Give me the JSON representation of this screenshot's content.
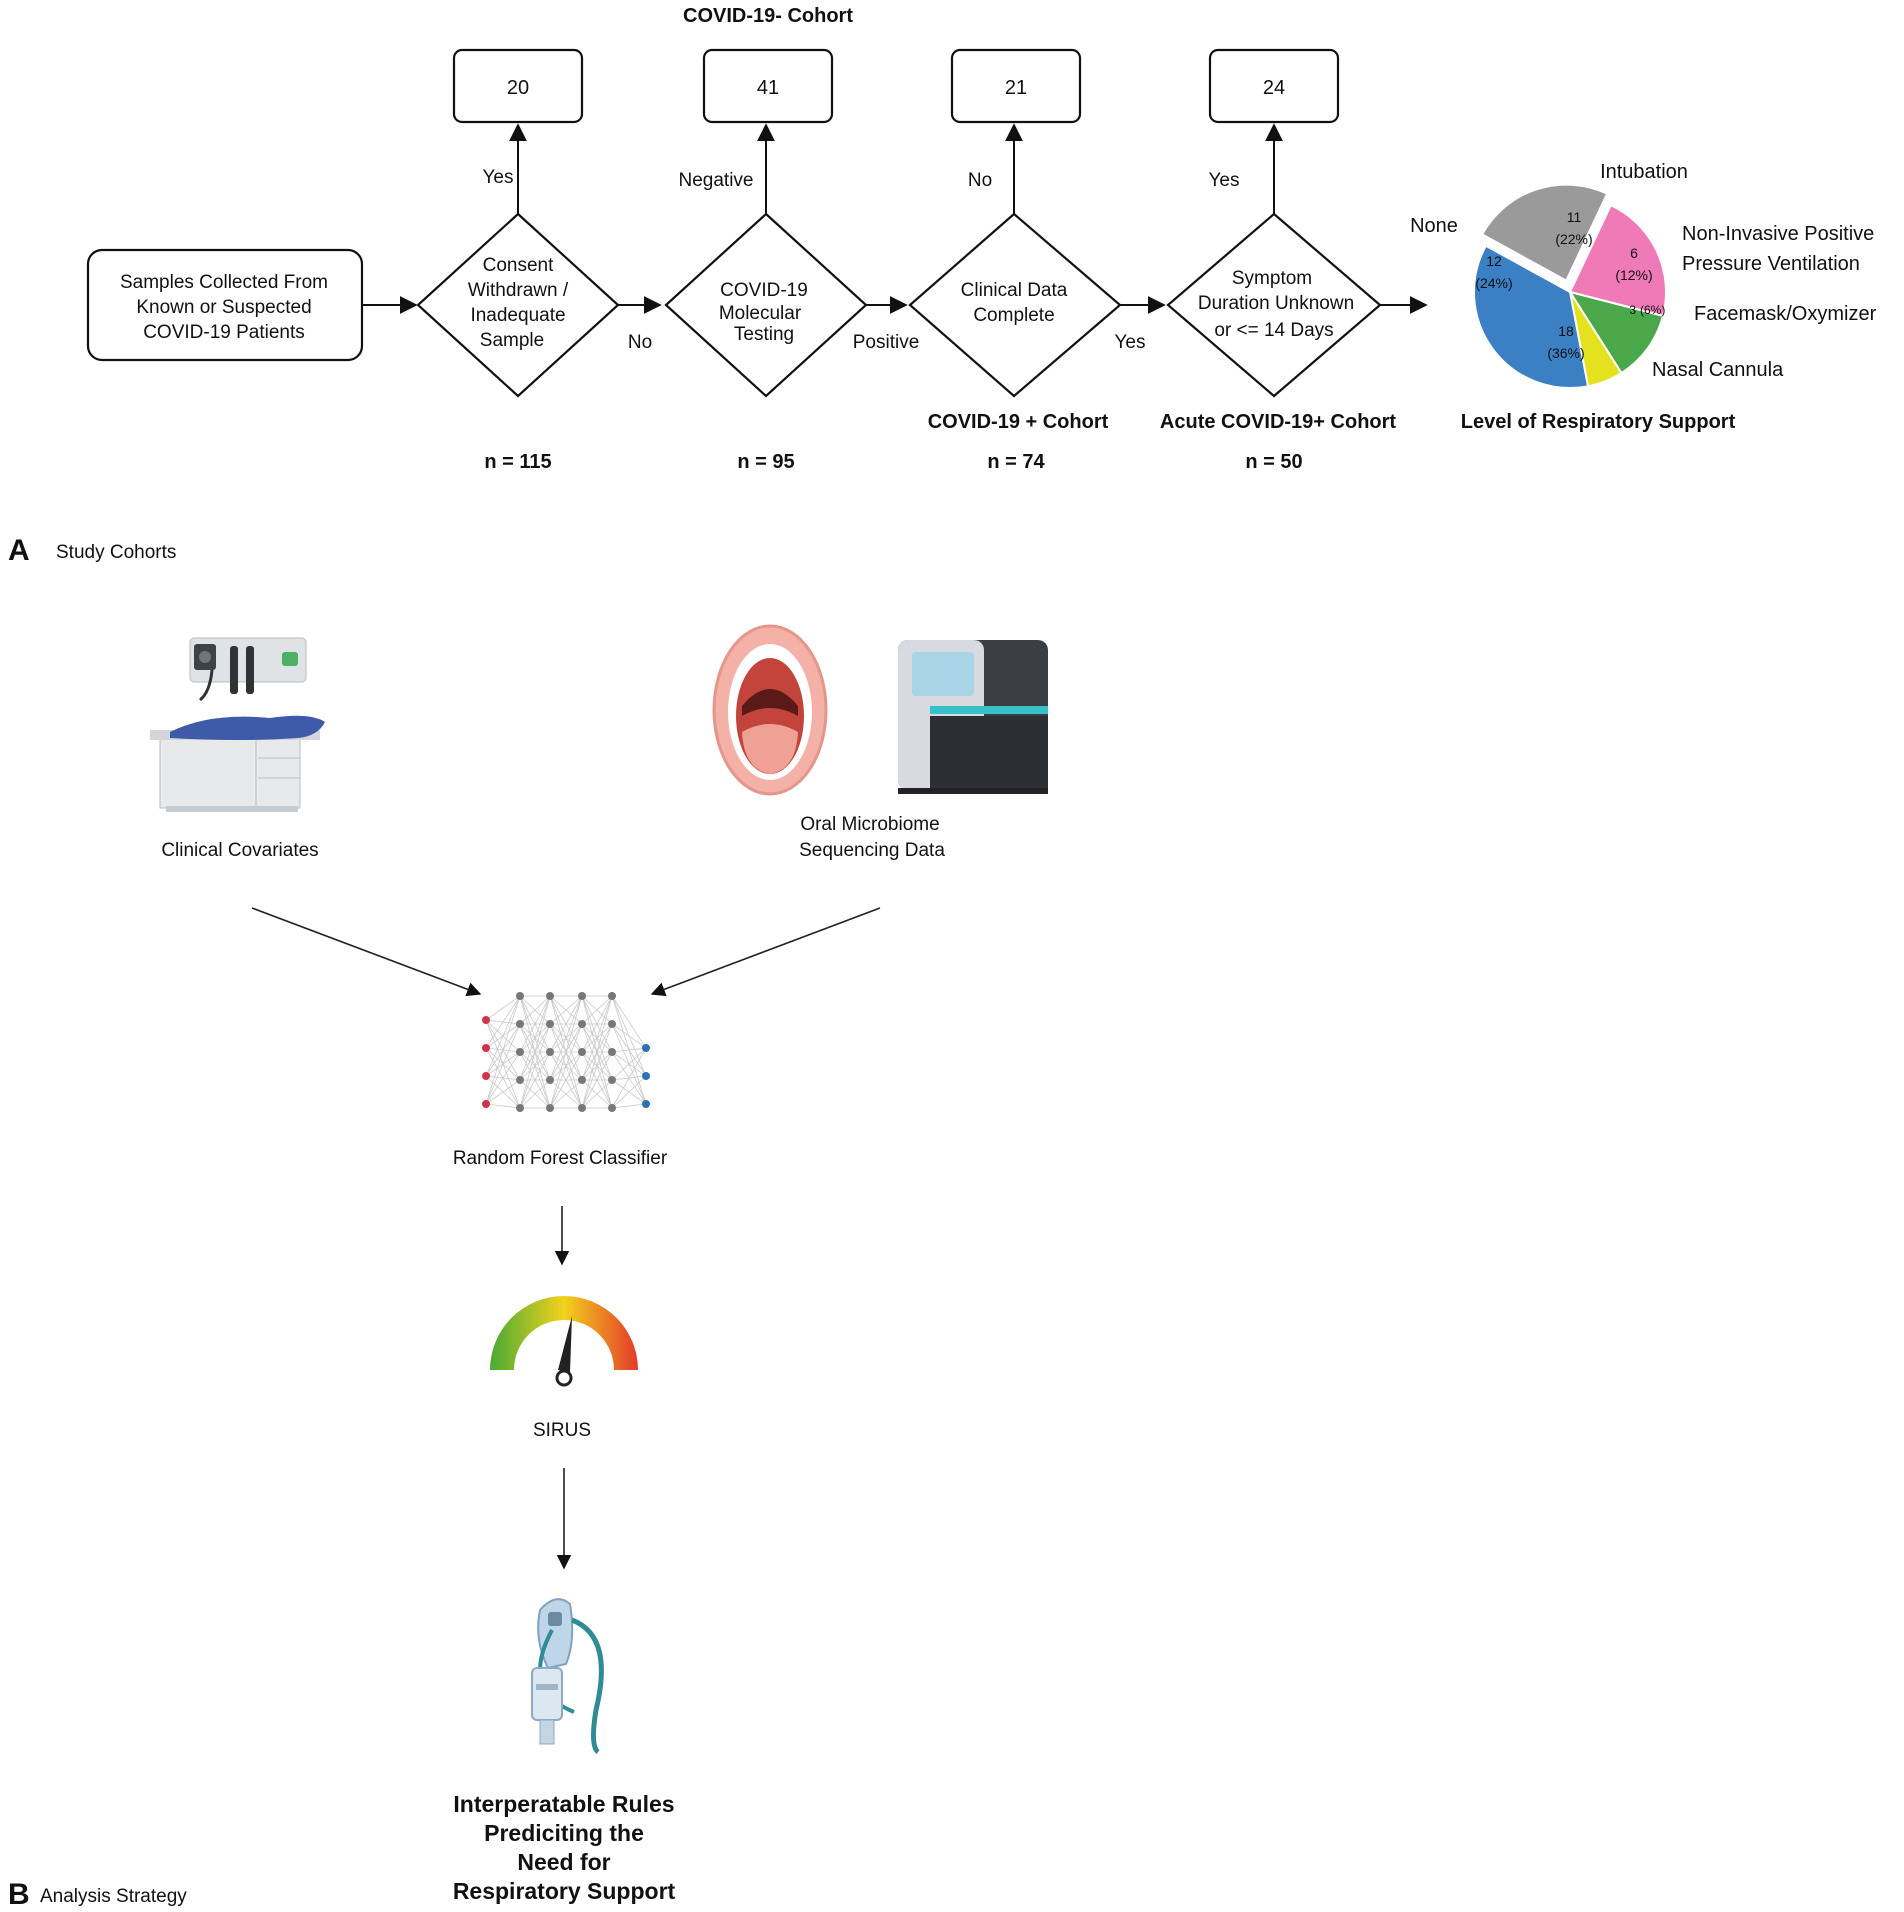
{
  "panel_a": {
    "letter": "A",
    "label": "Study Cohorts",
    "top_title": "COVID-19- Cohort",
    "start_box": [
      "Samples Collected From",
      "Known or Suspected",
      "COVID-19 Patients"
    ],
    "diamonds": [
      {
        "lines": [
          "Consent",
          "Withdrawn /",
          "Inadequate",
          "Sample"
        ],
        "up_label": "Yes",
        "exit_label": "No",
        "excluded": "20",
        "n": "n = 115",
        "bottom_title": ""
      },
      {
        "lines": [
          "COVID-19",
          "Molecular",
          "Testing"
        ],
        "up_label": "Negative",
        "exit_label": "Positive",
        "excluded": "41",
        "n": "n = 95",
        "bottom_title": ""
      },
      {
        "lines": [
          "Clinical Data",
          "Complete"
        ],
        "up_label": "No",
        "exit_label": "Yes",
        "excluded": "21",
        "n": "n = 74",
        "bottom_title": "COVID-19 + Cohort"
      },
      {
        "lines": [
          "Symptom",
          "Duration Unknown",
          "or <= 14 Days"
        ],
        "up_label": "Yes",
        "exit_label": "",
        "excluded": "24",
        "n": "n = 50",
        "bottom_title": "Acute COVID-19+ Cohort"
      }
    ],
    "pie": {
      "title": "Level of Respiratory Support",
      "slices": [
        {
          "name": "Intubation",
          "label": [
            "Intubation"
          ],
          "count": "11",
          "pct": "(22%)",
          "value": 11,
          "color": "#f07ab8"
        },
        {
          "name": "Non-Invasive Positive Pressure Ventilation",
          "label": [
            "Non-Invasive Positive",
            "Pressure Ventilation"
          ],
          "count": "6",
          "pct": "(12%)",
          "value": 6,
          "color": "#4aa84a"
        },
        {
          "name": "Facemask/Oxymizer",
          "label": [
            "Facemask/Oxymizer"
          ],
          "count": "3",
          "pct": "(6%)",
          "value": 3,
          "color": "#e4e21e"
        },
        {
          "name": "Nasal Cannula",
          "label": [
            "Nasal Cannula"
          ],
          "count": "18",
          "pct": "(36%)",
          "value": 18,
          "color": "#3b7fc4"
        },
        {
          "name": "None",
          "label": [
            "None"
          ],
          "count": "12",
          "pct": "(24%)",
          "value": 12,
          "color": "#9a9a9a"
        }
      ]
    }
  },
  "panel_b": {
    "letter": "B",
    "label": "Analysis Strategy",
    "clinical": [
      "Clinical Covariates"
    ],
    "microbiome": [
      "Oral Microbiome",
      "Sequencing Data"
    ],
    "classifier": [
      "Random Forest Classifier"
    ],
    "sirus": [
      "SIRUS"
    ],
    "result": [
      "Interperatable Rules",
      "Prediciting the",
      "Need for",
      "Respiratory Support"
    ],
    "result_color": "#b01515",
    "icons": [
      "exam-room-icon",
      "open-mouth-icon",
      "sequencer-icon",
      "neural-network-icon",
      "gauge-icon",
      "oxygen-mask-icon"
    ]
  }
}
